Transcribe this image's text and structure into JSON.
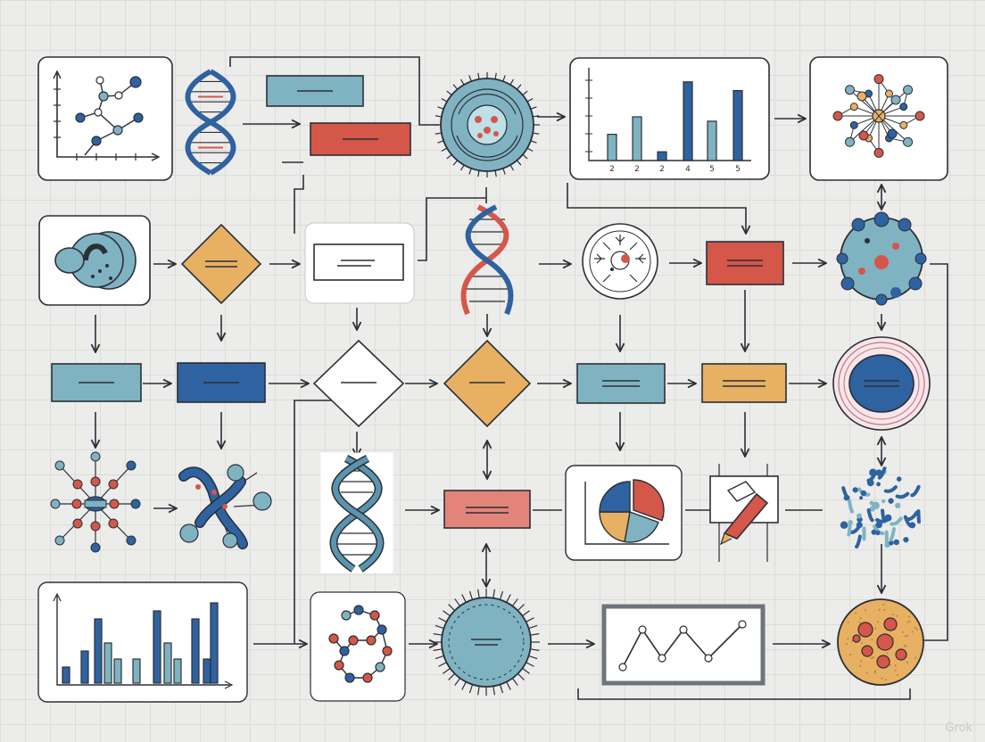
{
  "colors": {
    "ink": "#2b2f36",
    "teal": "#7fb3c2",
    "blue": "#2f62a0",
    "red": "#d4574a",
    "orange": "#e8b062",
    "pink": "#e2847a",
    "paper": "#ffffff"
  },
  "top_bar_chart": {
    "x_ticks": [
      "2",
      "2",
      "2",
      "4",
      "5",
      "5"
    ],
    "values": [
      3,
      5,
      1,
      9,
      4.5,
      8
    ]
  },
  "bottom_bar_chart": {
    "values": [
      2,
      4,
      8,
      5,
      3,
      3,
      9,
      5,
      3,
      8,
      3,
      10
    ]
  },
  "watermark": "Grok"
}
